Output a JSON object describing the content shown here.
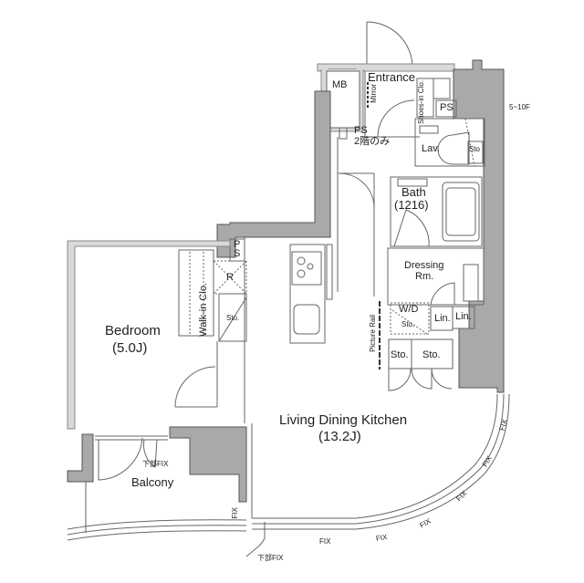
{
  "floor_plan": {
    "rooms": {
      "entrance": "Entrance",
      "mb": "MB",
      "mirror": "Mirror",
      "shoes_in_clo": "Shoes-in Clo.",
      "ps_top": "PS",
      "ps_2f": "PS",
      "ps_2f_note": "2階のみ",
      "lav": "Lav.",
      "lav_sto": "Sto",
      "bath": "Bath",
      "bath_size": "(1216)",
      "dressing": "Dressing",
      "dressing_rm": "Rm.",
      "wd": "W/D",
      "wd_sto": "Sto.",
      "lin1": "Lin.",
      "lin2": "Lin.",
      "sto1": "Sto.",
      "sto2": "Sto.",
      "picture_rail": "Picture Rail",
      "ps_kitchen_p": "P",
      "ps_kitchen_s": "S",
      "refrigerator": "R",
      "kitchen_sto": "Sto.",
      "walk_in_clo": "Walk-in Clo.",
      "bedroom": "Bedroom",
      "bedroom_size": "(5.0J)",
      "ldk": "Living Dining Kitchen",
      "ldk_size": "(13.2J)",
      "balcony": "Balcony"
    },
    "annotations": {
      "floors_note": "5~10F",
      "lower_fix_balcony": "下部FIX",
      "lower_fix_bottom": "下部FIX",
      "fix_labels": [
        "FIX",
        "FIX",
        "FIX",
        "FIX",
        "FIX",
        "FIX",
        "FIX"
      ]
    },
    "colors": {
      "wall_fill": "#a9a9a9",
      "wall_stroke": "#555555",
      "line": "#666666",
      "light_wall": "#d9d9d9",
      "background": "#ffffff"
    }
  }
}
